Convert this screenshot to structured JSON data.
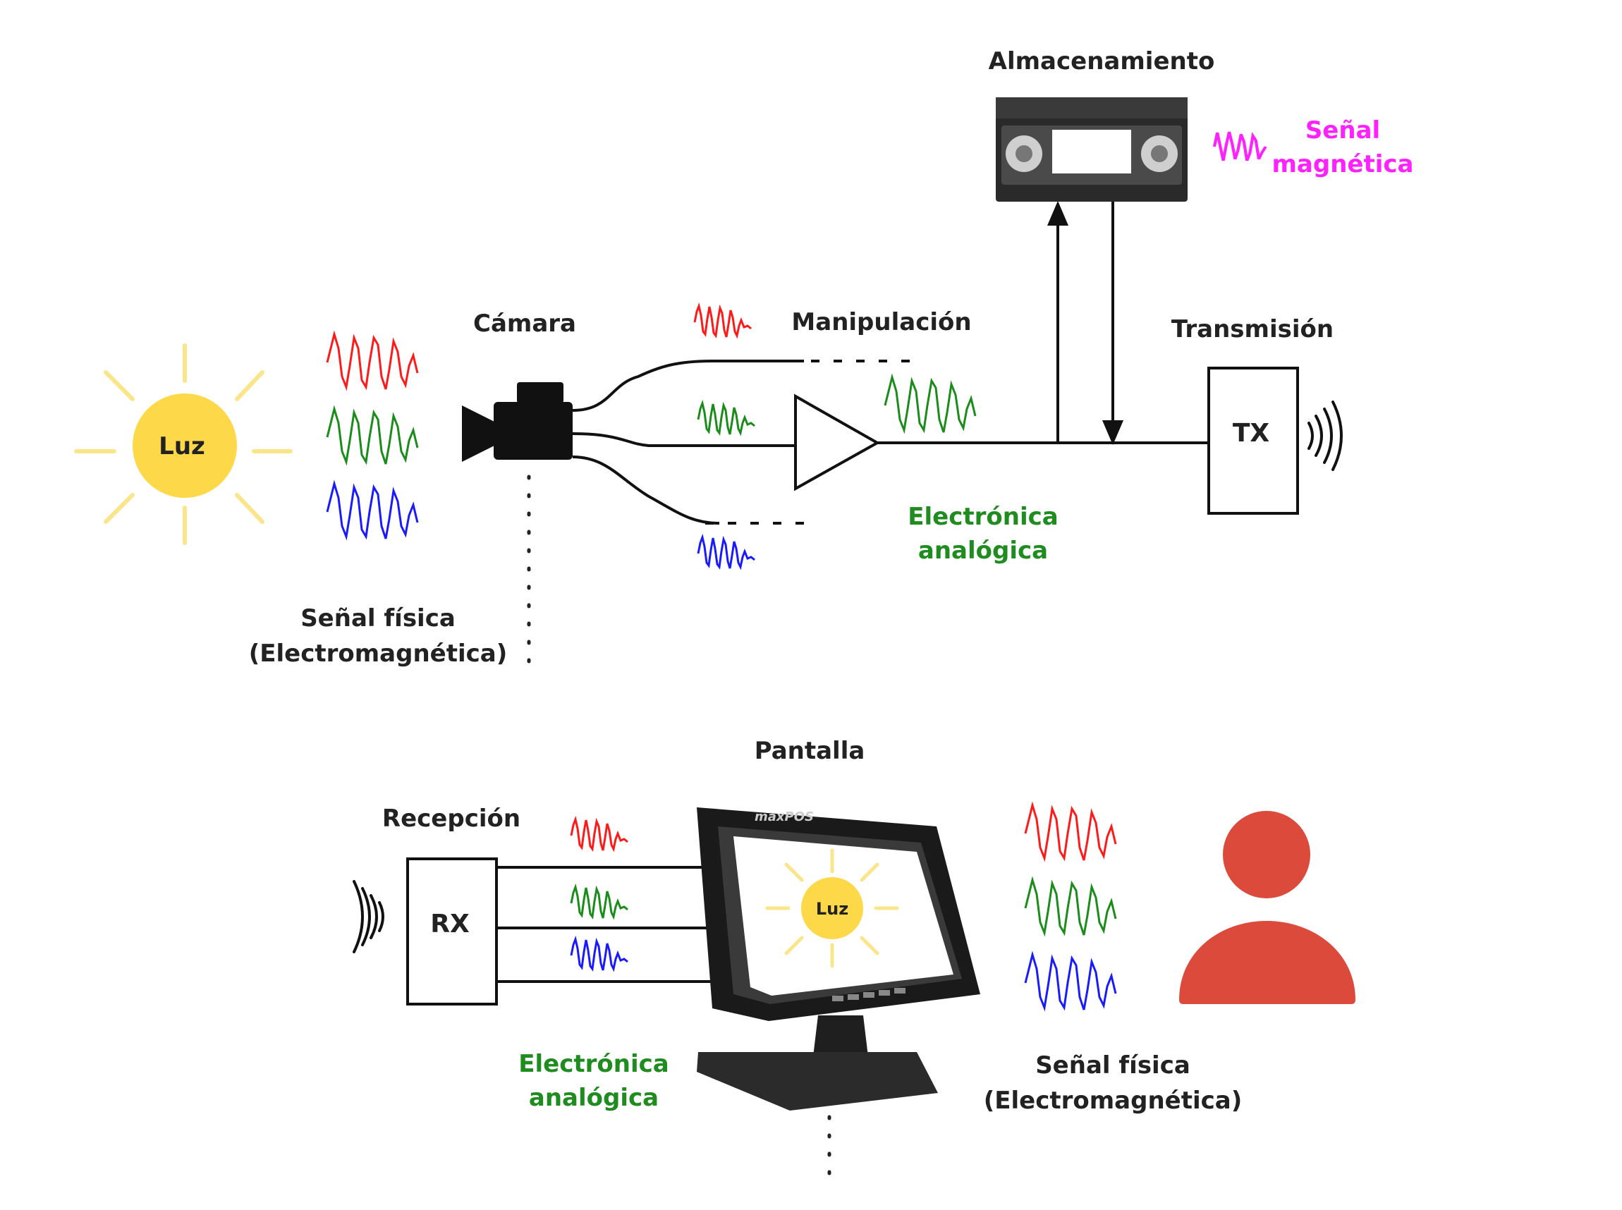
{
  "labels": {
    "luz": "Luz",
    "camara": "Cámara",
    "manipulacion": "Manipulación",
    "almacenamiento": "Almacenamiento",
    "senal_magnetica_1": "Señal",
    "senal_magnetica_2": "magnética",
    "transmision": "Transmisión",
    "tx": "TX",
    "electronica_top_1": "Electrónica",
    "electronica_top_2": "analógica",
    "senal_fisica_top_1": "Señal física",
    "senal_fisica_top_2": "(Electromagnética)",
    "pantalla": "Pantalla",
    "recepcion": "Recepción",
    "rx": "RX",
    "monitor_brand": "maxPOS",
    "screen_luz": "Luz",
    "electronica_bottom_1": "Electrónica",
    "electronica_bottom_2": "analógica",
    "senal_fisica_bottom_1": "Señal física",
    "senal_fisica_bottom_2": "(Electromagnética)"
  },
  "colors": {
    "red": "#ff1a1a",
    "green": "#1a8c1a",
    "blue": "#1a1aff",
    "magenta": "#ff22ff",
    "sun": "#fdd94a",
    "sun_rays": "#fbe58a",
    "person": "#dc4a3c",
    "analog_text": "#1e8c1e"
  },
  "icons": [
    "sun-icon",
    "video-camera-icon",
    "vhs-cassette-icon",
    "amplifier-icon",
    "antenna-waves-icon",
    "monitor-icon",
    "person-icon"
  ]
}
